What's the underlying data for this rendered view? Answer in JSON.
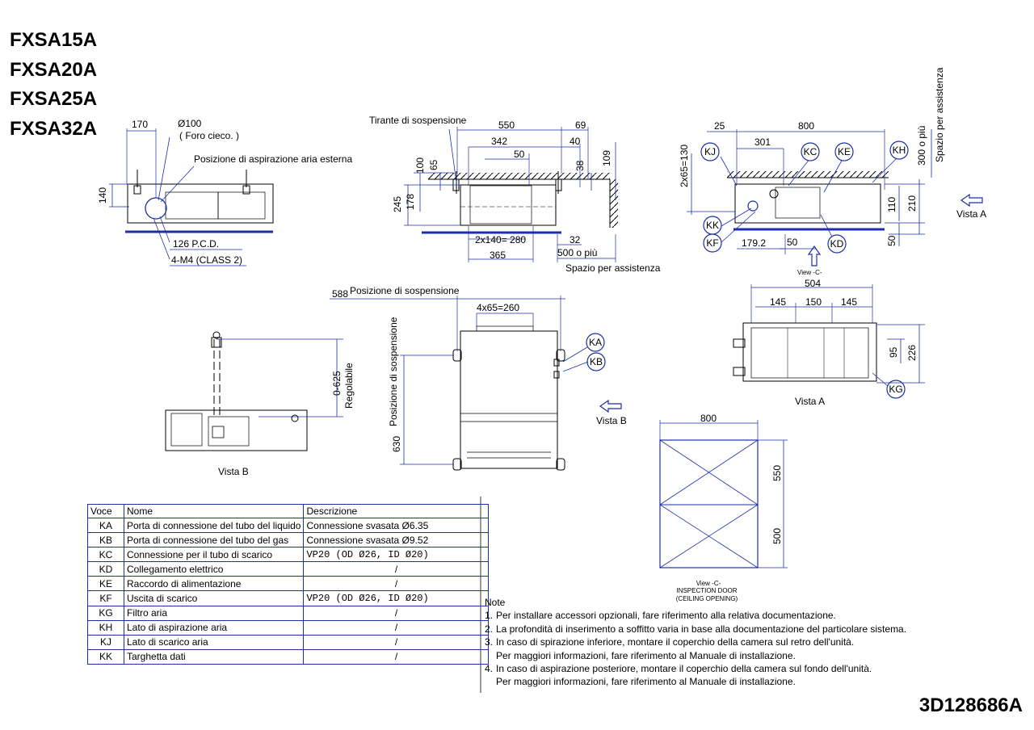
{
  "models": [
    "FXSA15A",
    "FXSA20A",
    "FXSA25A",
    "FXSA32A"
  ],
  "drawing_code": "3D128686A",
  "labels": {
    "d170": "170",
    "phi100": "Ø100",
    "foro_cieco": "( Foro cieco.      )",
    "pos_aspirazione": "Posizione di aspirazione aria esterna",
    "d140": "140",
    "pcd": "126 P.C.D.",
    "m4": "4-M4 (CLASS 2)",
    "tirante": "Tirante di sospensione",
    "d550": "550",
    "d69": "69",
    "d342": "342",
    "d40": "40",
    "d50a": "50",
    "d100": "100",
    "d65": "65",
    "d38": "38",
    "d109": "109",
    "d245": "245",
    "d178": "178",
    "d2x140": "2x140= 280",
    "d32": "32",
    "d365": "365",
    "d500piu": "500 o più",
    "spazio_assist": "Spazio per assistenza",
    "d25": "25",
    "d800a": "800",
    "d301": "301",
    "d2x65": "2x65=130",
    "d110": "110",
    "d210": "210",
    "d50b": "50",
    "d179": "179.2",
    "d50c": "50",
    "d300piu": "300 o più",
    "spazio_assist_v": "Spazio per assistenza",
    "vista_a1": "Vista A",
    "view_c": "View -C-",
    "pos_sosp": "Posizione di sospensione",
    "d588": "588",
    "d4x65": "4x65=260",
    "pos_sosp_v": "Posizione di sospensione",
    "d630": "630",
    "vista_b1": "Vista B",
    "regolabile": "Regolabile",
    "d0625": "0-625",
    "vista_b2": "Vista B",
    "d504": "504",
    "d145a": "145",
    "d150": "150",
    "d145b": "145",
    "d95": "95",
    "d226": "226",
    "vista_a2": "Vista A",
    "d800b": "800",
    "d550b": "550",
    "d500": "500",
    "insp1": "View -C-",
    "insp2": "INSPECTION DOOR",
    "insp3": "(CEILING OPENING)"
  },
  "bubbles": [
    "KJ",
    "KC",
    "KE",
    "KH",
    "KK",
    "KF",
    "KD",
    "KA",
    "KB",
    "KG"
  ],
  "table": {
    "headers": [
      "Voce",
      "Nome",
      "Descrizione"
    ],
    "rows": [
      [
        "KA",
        "Porta di connessione del tubo del liquido",
        "Connessione svasata Ø6.35"
      ],
      [
        "KB",
        "Porta di connessione del tubo del gas",
        "Connessione svasata Ø9.52"
      ],
      [
        "KC",
        "Connessione per il tubo di scarico",
        "VP20 (OD Ø26, ID Ø20)"
      ],
      [
        "KD",
        "Collegamento elettrico",
        "/"
      ],
      [
        "KE",
        "Raccordo di alimentazione",
        "/"
      ],
      [
        "KF",
        "Uscita di scarico",
        "VP20 (OD Ø26, ID Ø20)"
      ],
      [
        "KG",
        "Filtro aria",
        "/"
      ],
      [
        "KH",
        "Lato di aspirazione aria",
        "/"
      ],
      [
        "KJ",
        "Lato di scarico aria",
        "/"
      ],
      [
        "KK",
        "Targhetta dati",
        "/"
      ]
    ]
  },
  "notes": {
    "title": "Note",
    "items": [
      {
        "num": "1.",
        "lines": [
          "Per installare accessori opzionali, fare riferimento alla relativa documentazione."
        ]
      },
      {
        "num": "2.",
        "lines": [
          "La profondità di inserimento a soffitto varia in base alla documentazione del particolare sistema."
        ]
      },
      {
        "num": "3.",
        "lines": [
          "In caso di spirazione inferiore, montare il coperchio della camera sul retro dell'unità.",
          "Per maggiori informazioni, fare riferimento al Manuale di installazione."
        ]
      },
      {
        "num": "4.",
        "lines": [
          "In caso di aspirazione posteriore, montare il coperchio della camera sul fondo dell'unità.",
          "Per maggiori informazioni, fare riferimento al Manuale di installazione."
        ]
      }
    ]
  }
}
